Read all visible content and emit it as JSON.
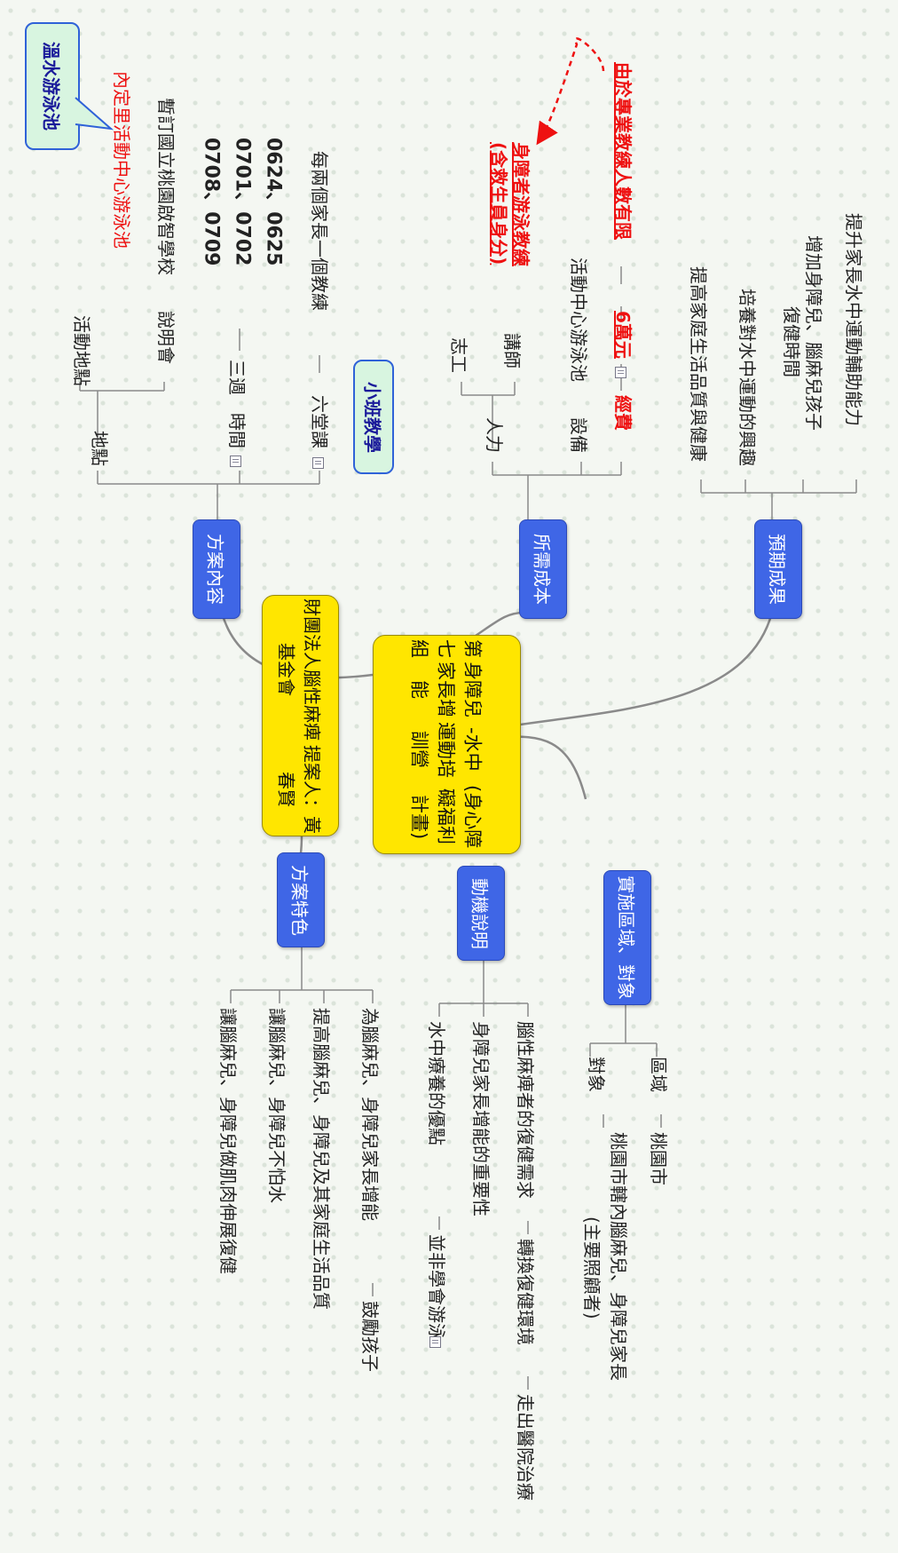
{
  "central": {
    "line1": "第七組",
    "line2": "身障兒家長增能",
    "line3": "-水中運動培訓營",
    "line4": "(身心障礙福利計畫)"
  },
  "proposer": {
    "line1": "財團法人腦性麻痺基金會",
    "line2": "提案人：黃春賢"
  },
  "categories": {
    "expected": "預期成果",
    "cost": "所需成本",
    "content": "方案內容",
    "region": "實施區域、對象",
    "motivation": "動機說明",
    "features": "方案特色"
  },
  "expected": [
    "提升家長水中運動輔助能力",
    "增加身障兒、腦麻兒孩子",
    "復健時間",
    "培養對水中運動的興趣",
    "提高家庭生活品質與健康"
  ],
  "cost": {
    "fee_label": "經費",
    "fee_value": "6萬元",
    "fee_note": "由於專業教練人數有限",
    "fee_note2": "身障者游泳教練",
    "fee_note3": "(含救生員身分)",
    "equipment_label": "設備",
    "equipment_value": "活動中心游泳池",
    "people_label": "人力",
    "people_v1": "講師",
    "people_v2": "志工"
  },
  "content": {
    "class_label": "六堂課",
    "class_tag": "小班教學",
    "class_value": "每兩個家長一個教練",
    "time_label": "時間",
    "time_value": "三週",
    "dates1": "0624、0625",
    "dates2": "0701、0702",
    "dates3": "0708、0709",
    "place_label": "地點",
    "briefing": "說明會",
    "briefing_place": "暫訂國立桃園啟智學校",
    "activity_place": "活動地點",
    "pool": "內定里活動中心游泳池",
    "warm_pool": "溫水游泳池"
  },
  "region": {
    "area_label": "區域",
    "area_value": "桃園市",
    "target_label": "對象",
    "target_value": "桃園市轄內腦麻兒、身障兒家長",
    "target_note": "(主要照顧者)"
  },
  "motivation": [
    "腦性麻痺者的復健需求",
    "轉換復健環境",
    "走出醫院治療",
    "身障兒家長增能的重要性",
    "水中療養的優點",
    "並非學會游泳"
  ],
  "features": [
    "為腦麻兒、身障兒家長增能",
    "鼓勵孩子",
    "提高腦麻兒、身障兒及其家庭生活品質",
    "讓腦麻兒、身障兒不怕水",
    "讓腦麻兒、身障兒做肌肉伸展復健"
  ],
  "colors": {
    "category": "#3f66e6",
    "center": "#ffe600",
    "red": "#ee1111",
    "line": "#888888"
  }
}
